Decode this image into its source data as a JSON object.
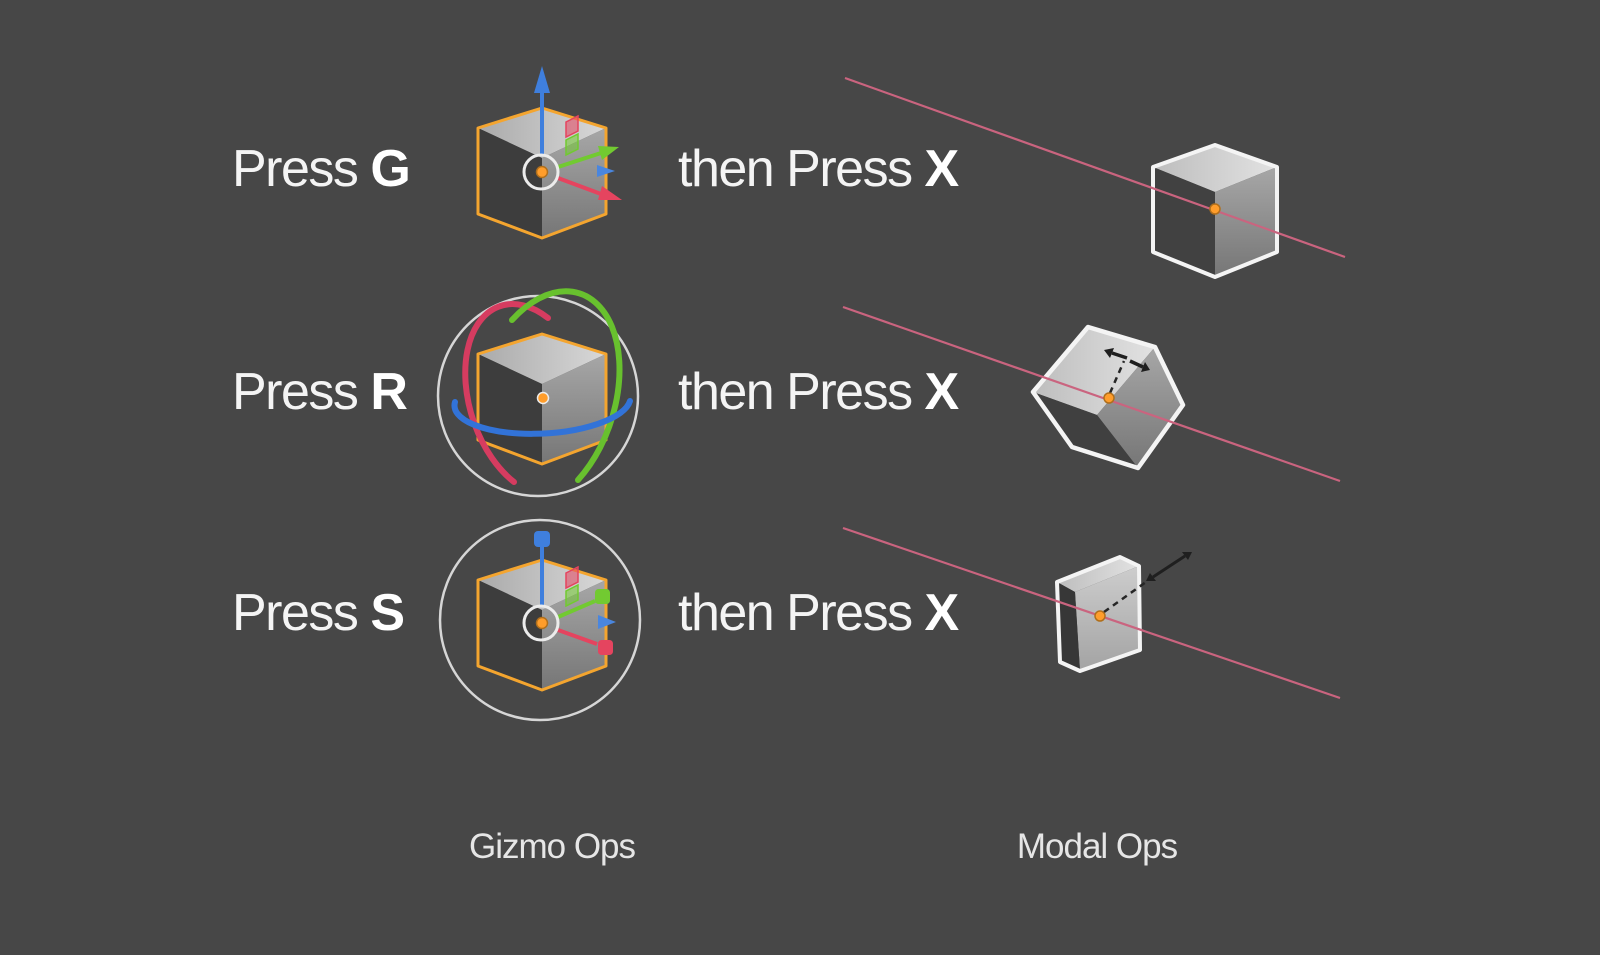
{
  "rows": [
    {
      "name": "grab",
      "action_prefix": "Press ",
      "action_key": "G",
      "modal_prefix": "then Press ",
      "modal_key": "X"
    },
    {
      "name": "rotate",
      "action_prefix": "Press ",
      "action_key": "R",
      "modal_prefix": "then Press ",
      "modal_key": "X"
    },
    {
      "name": "scale",
      "action_prefix": "Press ",
      "action_key": "S",
      "modal_prefix": "then Press ",
      "modal_key": "X"
    }
  ],
  "footer": {
    "gizmo_column_label": "Gizmo Ops",
    "modal_column_label": "Modal Ops"
  },
  "colors": {
    "background": "#474747",
    "text": "#f4f4f4",
    "axis_x_red": "#e5445f",
    "axis_y_green": "#72ca31",
    "axis_z_blue": "#3f7fdd",
    "arc_red": "#d63c60",
    "arc_green": "#68c12e",
    "arc_blue": "#3273d8",
    "selection_orange": "#f4a52f",
    "origin_dot_orange": "#ff9d2b",
    "constraint_line_pink": "#ca647f",
    "gizmo_circle_white": "#d6d6d6",
    "outline_white": "#f4f4f4"
  }
}
